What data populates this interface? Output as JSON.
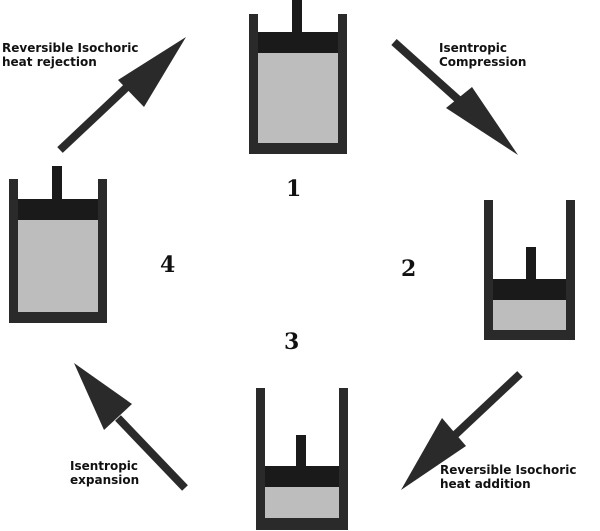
{
  "states": [
    {
      "id": 1,
      "label": "1"
    },
    {
      "id": 2,
      "label": "2"
    },
    {
      "id": 3,
      "label": "3"
    },
    {
      "id": 4,
      "label": "4"
    }
  ],
  "processes": [
    {
      "from": 1,
      "to": 2,
      "name": "Isentropic\nCompression"
    },
    {
      "from": 2,
      "to": 3,
      "name": "Reversible Isochoric\nheat addition"
    },
    {
      "from": 3,
      "to": 4,
      "name": "Isentropic\nexpansion"
    },
    {
      "from": 4,
      "to": 1,
      "name": "Reversible Isochoric\nheat rejection"
    }
  ],
  "colors": {
    "cylinder_wall": "#2a2a2a",
    "piston": "#1a1a1a",
    "gas": "#bdbdbd",
    "arrow": "#2a2a2a",
    "text": "#111111"
  }
}
